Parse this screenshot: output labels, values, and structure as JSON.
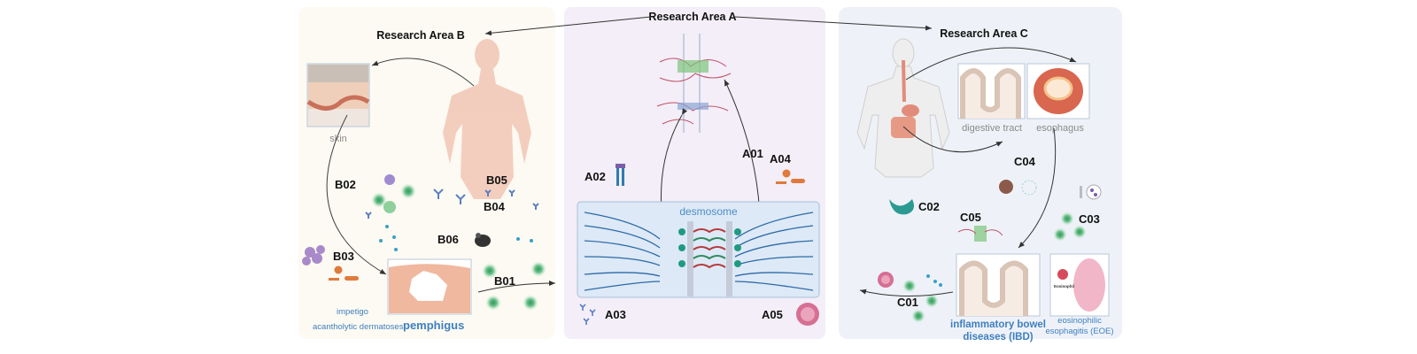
{
  "areas": {
    "a": {
      "title": "Research Area A",
      "labels": [
        "A01",
        "A02",
        "A03",
        "A04",
        "A05"
      ],
      "desmosome": "desmosome"
    },
    "b": {
      "title": "Research Area B",
      "labels": [
        "B01",
        "B02",
        "B03",
        "B04",
        "B05",
        "B06"
      ],
      "skin": "skin",
      "pemphigus": "pemphigus",
      "impetigo": "impetigo",
      "acantholytic": "acantholytic dermatoses"
    },
    "c": {
      "title": "Research Area C",
      "labels": [
        "C01",
        "C02",
        "C03",
        "C04",
        "C05"
      ],
      "digestive": "digestive tract",
      "esophagus": "esophagus",
      "ibd_line1": "inflammatory bowel",
      "ibd_line2": "diseases (IBD)",
      "eoe_line1": "eosinophilic",
      "eoe_line2": "esophagitis (EOE)",
      "eosinophil": "Eosinophil"
    }
  },
  "colors": {
    "panel_a": "#f3eef7",
    "panel_b": "#fcfaf2",
    "panel_c": "#eef2f8",
    "disease_text": "#3f7fc0",
    "desmosome_box": "#dde9f6"
  }
}
